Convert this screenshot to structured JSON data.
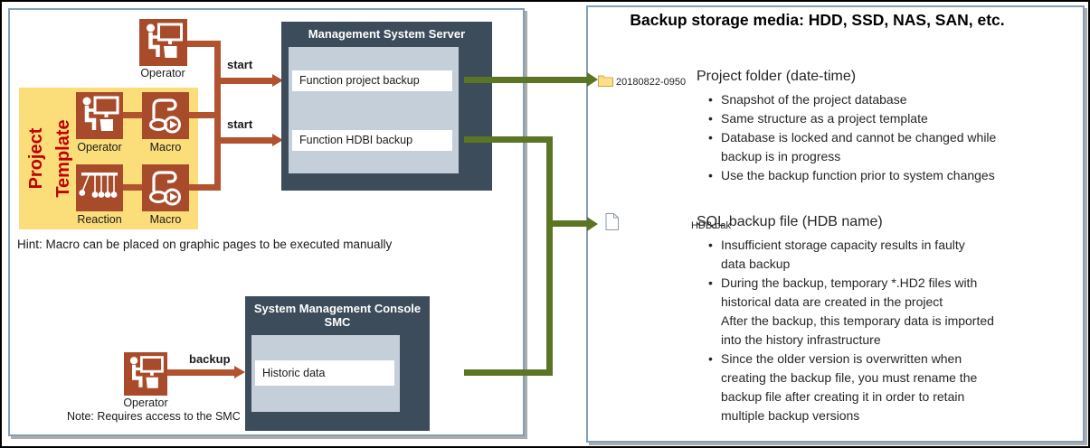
{
  "ui": {
    "bullet_char": "•"
  },
  "colors": {
    "rust_icon": "#A84B2B",
    "rust_line": "#B25330",
    "olive_green": "#5B7524",
    "slate_box": "#3C4C5A",
    "inner_light": "#C4CFDA",
    "template_yellow": "#FBDD79",
    "template_red": "#C00000",
    "panel_border": "#84A0B8"
  },
  "left_panel": {
    "top_operator_label": "Operator",
    "template_box": {
      "title": "Project Template",
      "operator_label": "Operator",
      "macro1_label": "Macro",
      "reaction_label": "Reaction",
      "macro2_label": "Macro"
    },
    "arrow_labels": {
      "start1": "start",
      "start2": "start",
      "backup": "backup"
    },
    "server_box": {
      "title": "Management System Server",
      "function1": "Function project backup",
      "function2": "Function HDBI backup"
    },
    "smc_box": {
      "title_line1": "System Management Console",
      "title_line2": "SMC",
      "function1": "Historic data"
    },
    "bottom_operator_label": "Operator",
    "note": "Note: Requires access to the SMC",
    "hint": "Hint: Macro can be placed on graphic pages to be executed manually"
  },
  "right_panel": {
    "title": "Backup storage media: HDD, SSD, NAS, SAN, etc.",
    "folder_section": {
      "item_label": "20180822-0950",
      "heading": "Project folder (date-time)",
      "bullets": [
        "Snapshot of the project database",
        "Same structure as a project template",
        "Database is locked and cannot be changed while\nbackup is in progress",
        "Use the backup function prior to system changes"
      ]
    },
    "file_section": {
      "item_label": "HDB.bak",
      "heading": "SQL backup file (HDB name)",
      "bullets": [
        "Insufficient storage capacity results in faulty\ndata backup",
        "During the backup, temporary *.HD2 files with\nhistorical data are created in the project\nAfter the backup, this temporary data is imported\ninto the history infrastructure",
        "Since the older version is overwritten when\ncreating the backup file, you must rename the\nbackup file after creating it in order to retain\nmultiple backup versions"
      ]
    }
  }
}
